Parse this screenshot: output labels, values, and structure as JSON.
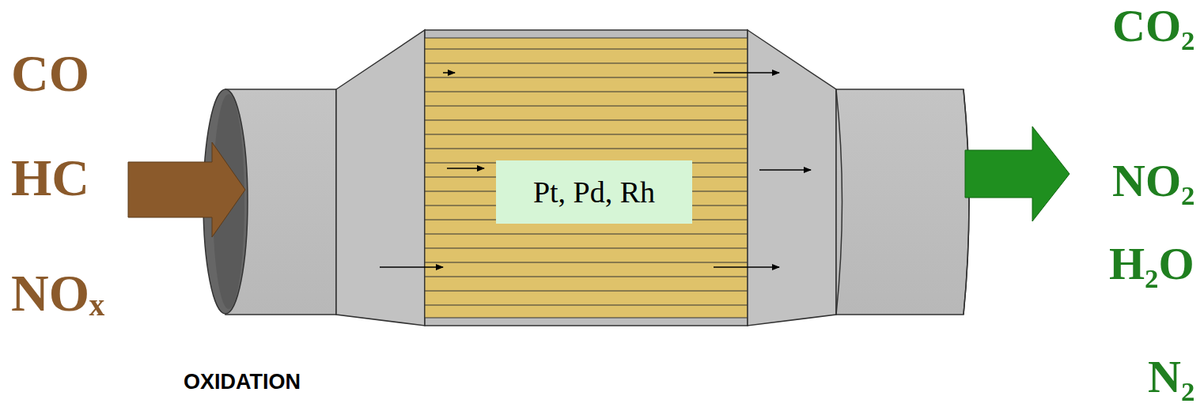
{
  "diagram": {
    "nodes": [
      {
        "text": [
          "Pt, Pd, Rh"
        ]
      }
    ],
    "labels": [
      "CO",
      "HC",
      "NOₓ",
      "OXIDATION",
      "CO₂",
      "NO₂",
      "H₂O",
      "N₂"
    ]
  }
}
